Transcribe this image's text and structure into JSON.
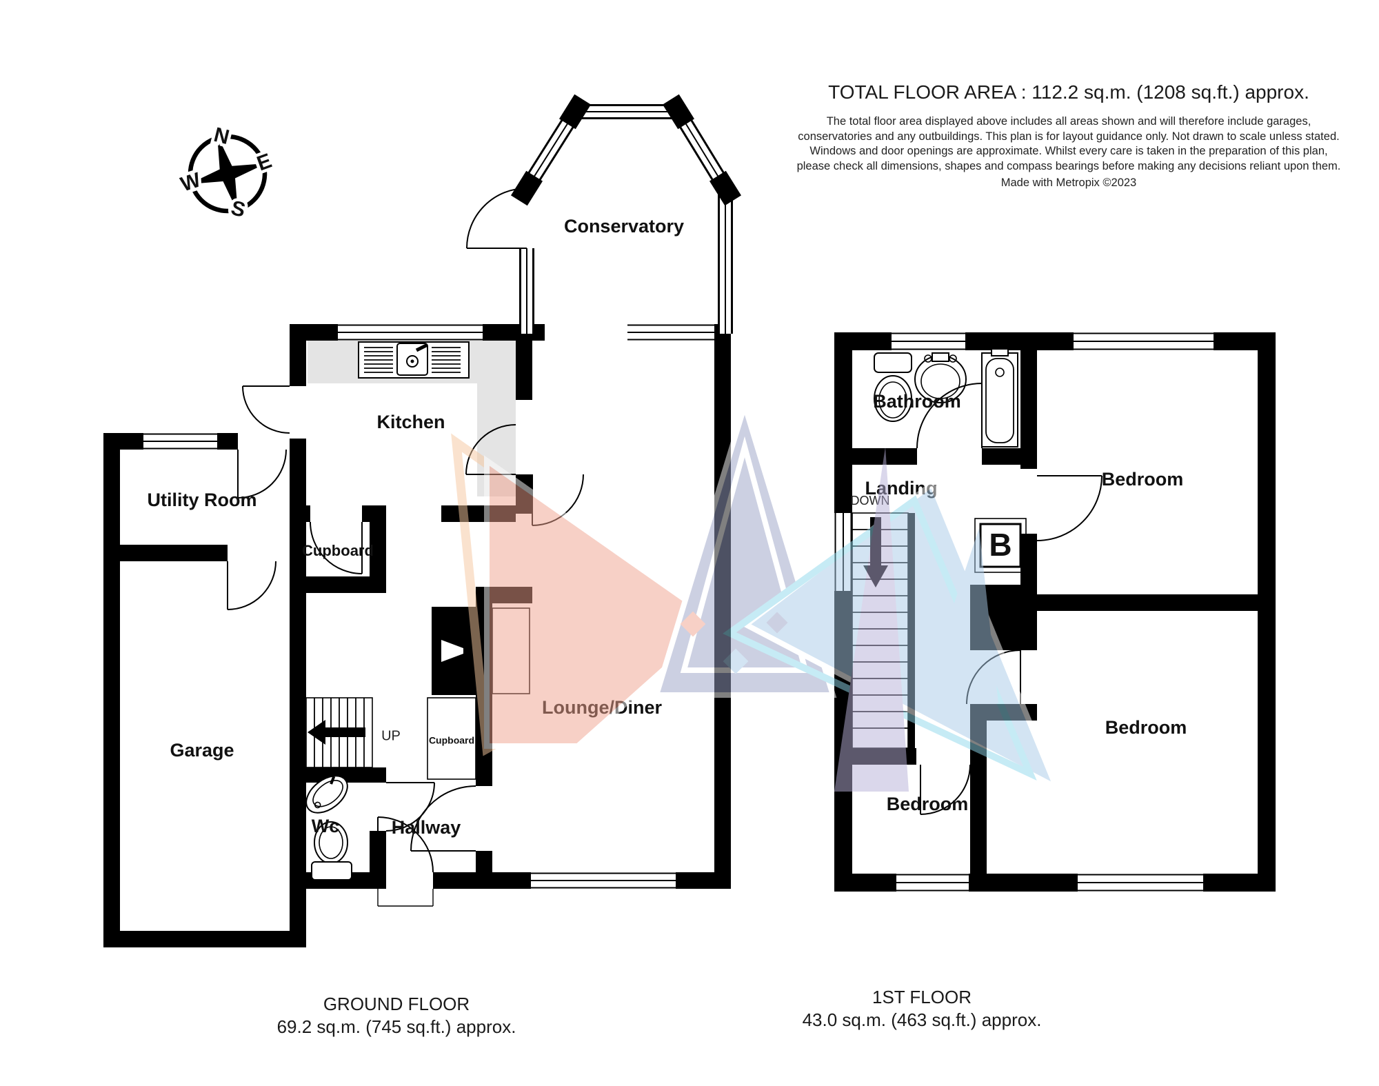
{
  "header": {
    "total": "TOTAL FLOOR AREA : 112.2 sq.m. (1208 sq.ft.) approx.",
    "disclaimer": "The total floor area displayed above includes all areas shown and will therefore include garages, conservatories and any outbuildings. This plan is for layout guidance only. Not drawn to scale unless stated. Windows and door openings are approximate. Whilst every care is taken in the preparation of this plan, please check all dimensions, shapes and compass bearings before making any decisions reliant upon them.",
    "credit": "Made with Metropix ©2023"
  },
  "compass": {
    "n": "N",
    "e": "E",
    "s": "S",
    "w": "W"
  },
  "ground_floor": {
    "title": "GROUND FLOOR",
    "area": "69.2 sq.m. (745 sq.ft.) approx.",
    "rooms": {
      "conservatory": "Conservatory",
      "kitchen": "Kitchen",
      "utility_room": "Utility Room",
      "cupboard": "Cupboard",
      "garage": "Garage",
      "lounge_diner": "Lounge/Diner",
      "hallway": "Hallway",
      "wc": "Wc",
      "stairs_cupboard": "Cupboard",
      "stairs_up": "UP"
    }
  },
  "first_floor": {
    "title": "1ST FLOOR",
    "area": "43.0 sq.m. (463 sq.ft.) approx.",
    "rooms": {
      "bathroom": "Bathroom",
      "landing": "Landing",
      "stairs_down": "DOWN",
      "boiler": "B",
      "bedroom_1": "Bedroom",
      "bedroom_2": "Bedroom",
      "bedroom_3": "Bedroom"
    }
  },
  "watermark_colors": {
    "salmon": "#f0a28e",
    "peach": "#f6c79e",
    "purple": "#9aa2c6",
    "blue": "#a9cbe8",
    "cyan": "#8fd8ec",
    "lavender": "#b7b0d8"
  }
}
